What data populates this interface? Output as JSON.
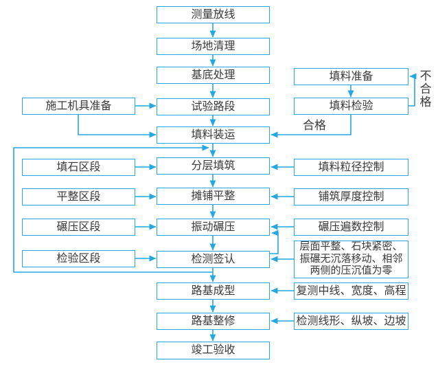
{
  "diagram": {
    "title_hint": "填石路基施工工艺流程图",
    "colors": {
      "line": "#24a7e2",
      "text": "#3a3a3a",
      "background": "#ffffff"
    },
    "nodes": {
      "survey": {
        "label": "测量放线"
      },
      "site_clearing": {
        "label": "场地清理"
      },
      "base_treatment": {
        "label": "基底处理"
      },
      "test_section": {
        "label": "试验路段"
      },
      "fill_loading": {
        "label": "填料装运"
      },
      "layered_filling": {
        "label": "分层填筑"
      },
      "paving_leveling": {
        "label": "摊铺平整"
      },
      "vibration_rolling": {
        "label": "振动碾压"
      },
      "inspection_signoff": {
        "label": "检测签认"
      },
      "subgrade_forming": {
        "label": "路基成型"
      },
      "subgrade_trimming": {
        "label": "路基整修"
      },
      "completion_acceptance": {
        "label": "竣工验收"
      },
      "equipment_prep": {
        "label": "施工机具准备"
      },
      "rock_fill_section": {
        "label": "填石区段"
      },
      "leveling_section": {
        "label": "平整区段"
      },
      "rolling_section": {
        "label": "碾压区段"
      },
      "inspection_section": {
        "label": "检验区段"
      },
      "fill_preparation": {
        "label": "填料准备"
      },
      "fill_inspection": {
        "label": "填料检验"
      },
      "particle_size_control": {
        "label": "填料粒径控制"
      },
      "thickness_control": {
        "label": "铺筑厚度控制"
      },
      "rolling_passes_control": {
        "label": "碾压遍数控制"
      },
      "acceptance_criteria": {
        "lines": [
          "层面平整、石块紧密、",
          "振碾无沉落移动、相邻",
          "两侧的压沉值为零"
        ]
      },
      "remeasure_check": {
        "label": "复测中线、宽度、高程"
      },
      "alignment_check": {
        "label": "检测线形、纵坡、边坡"
      }
    },
    "edge_labels": {
      "pass": "合格",
      "fail": "不合格"
    }
  }
}
